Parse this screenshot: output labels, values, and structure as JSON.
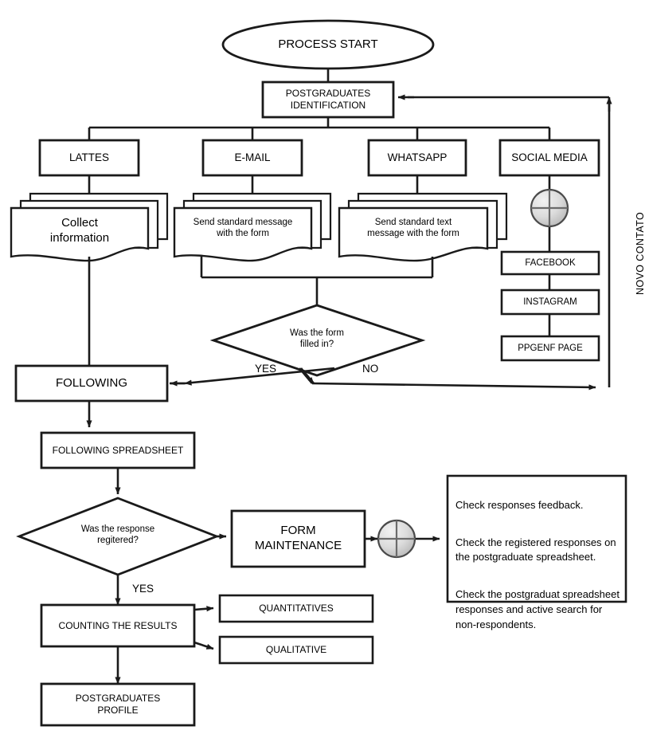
{
  "diagram": {
    "title": "Postgraduates identification and follow-up process flowchart",
    "side_label": "NOVO CONTATO",
    "colors": {
      "stroke": "#1a1a1a",
      "fill": "#ffffff",
      "connector_fill": "#d0d0d0",
      "background": "#ffffff"
    }
  },
  "nodes": {
    "process_start": "PROCESS START",
    "postgraduates_identification": "POSTGRADUATES\nIDENTIFICATION",
    "lattes": "LATTES",
    "email": "E-MAIL",
    "whatsapp": "WHATSAPP",
    "social_media": "SOCIAL MEDIA",
    "collect_information": "Collect\ninformation",
    "send_standard_message": "Send standard message\nwith the form",
    "send_standard_text_message": "Send standard text\nmessage with the form",
    "facebook": "FACEBOOK",
    "instagram": "INSTAGRAM",
    "ppgenf_page": "PPGENF PAGE",
    "decision_form_filled": "Was the form\nfilled in?",
    "following": "FOLLOWING",
    "following_spreadsheet": "FOLLOWING SPREADSHEET",
    "decision_response_registered": "Was the response\nregitered?",
    "form_maintenance": "FORM\nMAINTENANCE",
    "counting_the_results": "COUNTING THE RESULTS",
    "quantitatives": "QUANTITATIVES",
    "qualitative": "QUALITATIVE",
    "postgraduates_profile": "POSTGRADUATES\nPROFILE"
  },
  "notes": {
    "lines": [
      "Check responses feedback.",
      "Check the registered responses on the postgraduate spreadsheet.",
      "Check the postgraduat spreadsheet responses and active search for non-respondents."
    ]
  },
  "edge_labels": {
    "yes_form": "YES",
    "no_form": "NO",
    "yes_registered": "YES"
  },
  "icons": {
    "connector_top": "circle-cross-connector-icon",
    "connector_bottom": "circle-cross-connector-icon"
  }
}
